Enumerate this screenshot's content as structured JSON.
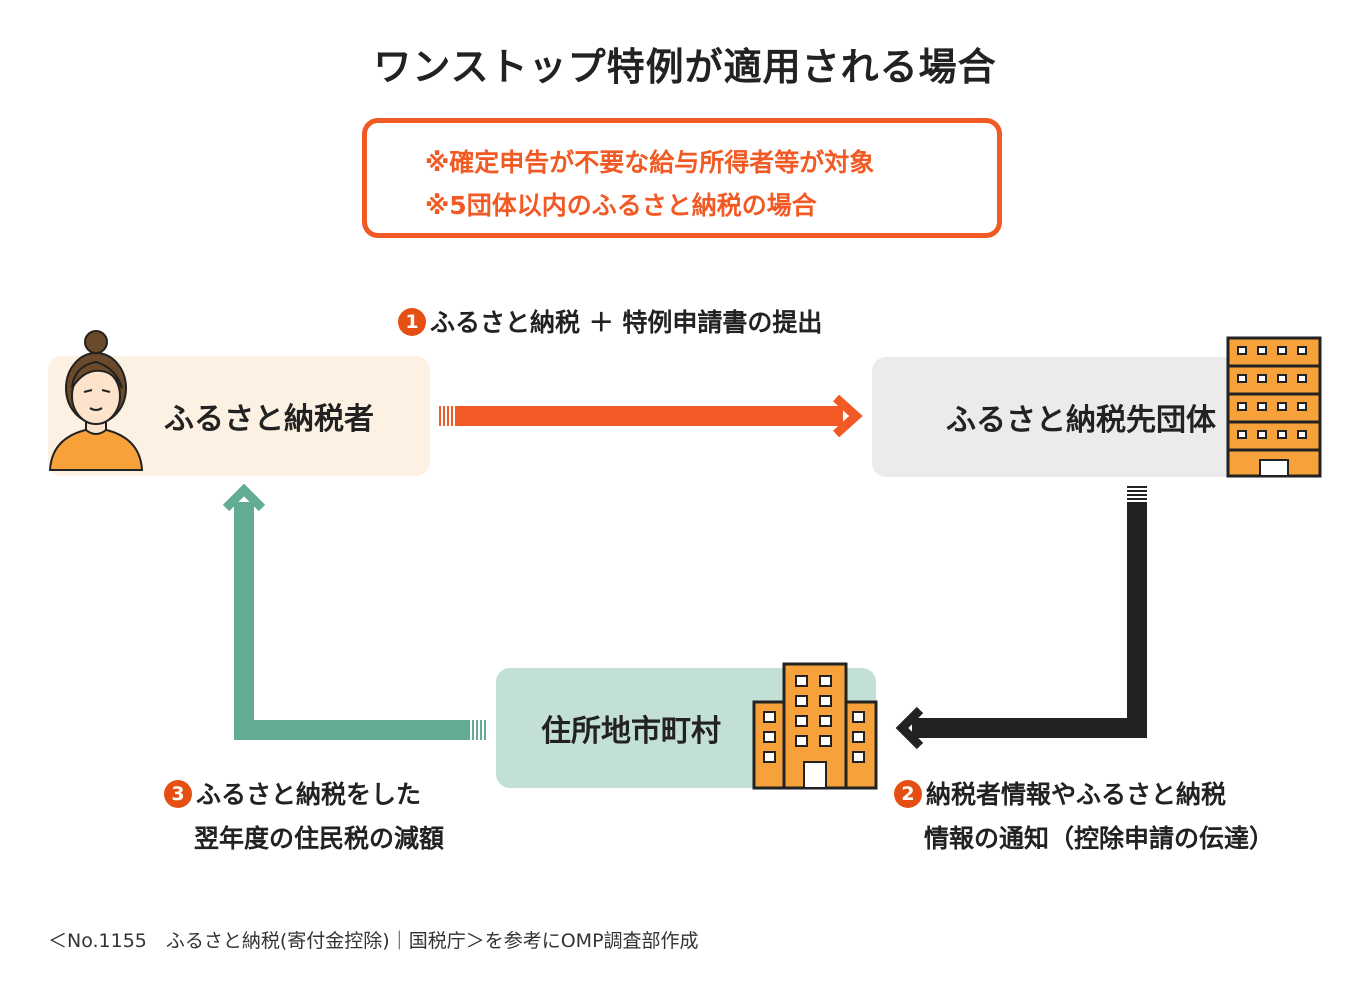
{
  "title": "ワンストップ特例が適用される場合",
  "notice": {
    "line1": "※確定申告が不要な給与所得者等が対象",
    "line2": "※5団体以内のふるさと納税の場合"
  },
  "nodes": {
    "taxpayer": "ふるさと納税者",
    "destination": "ふるさと納税先団体",
    "municipality": "住所地市町村"
  },
  "steps": [
    {
      "number": "1",
      "text": "ふるさと納税 ＋ 特例申請書の提出"
    },
    {
      "number": "2",
      "line1": "納税者情報やふるさと納税",
      "line2": "情報の通知（控除申請の伝達）"
    },
    {
      "number": "3",
      "line1": "ふるさと納税をした",
      "line2": "翌年度の住民税の減額"
    }
  ],
  "colors": {
    "orange": "#f15a24",
    "dark": "#222222",
    "green": "#62ab94"
  },
  "footer": "＜No.1155　ふるさと納税(寄付金控除)｜国税庁＞を参考にOMP調査部作成"
}
